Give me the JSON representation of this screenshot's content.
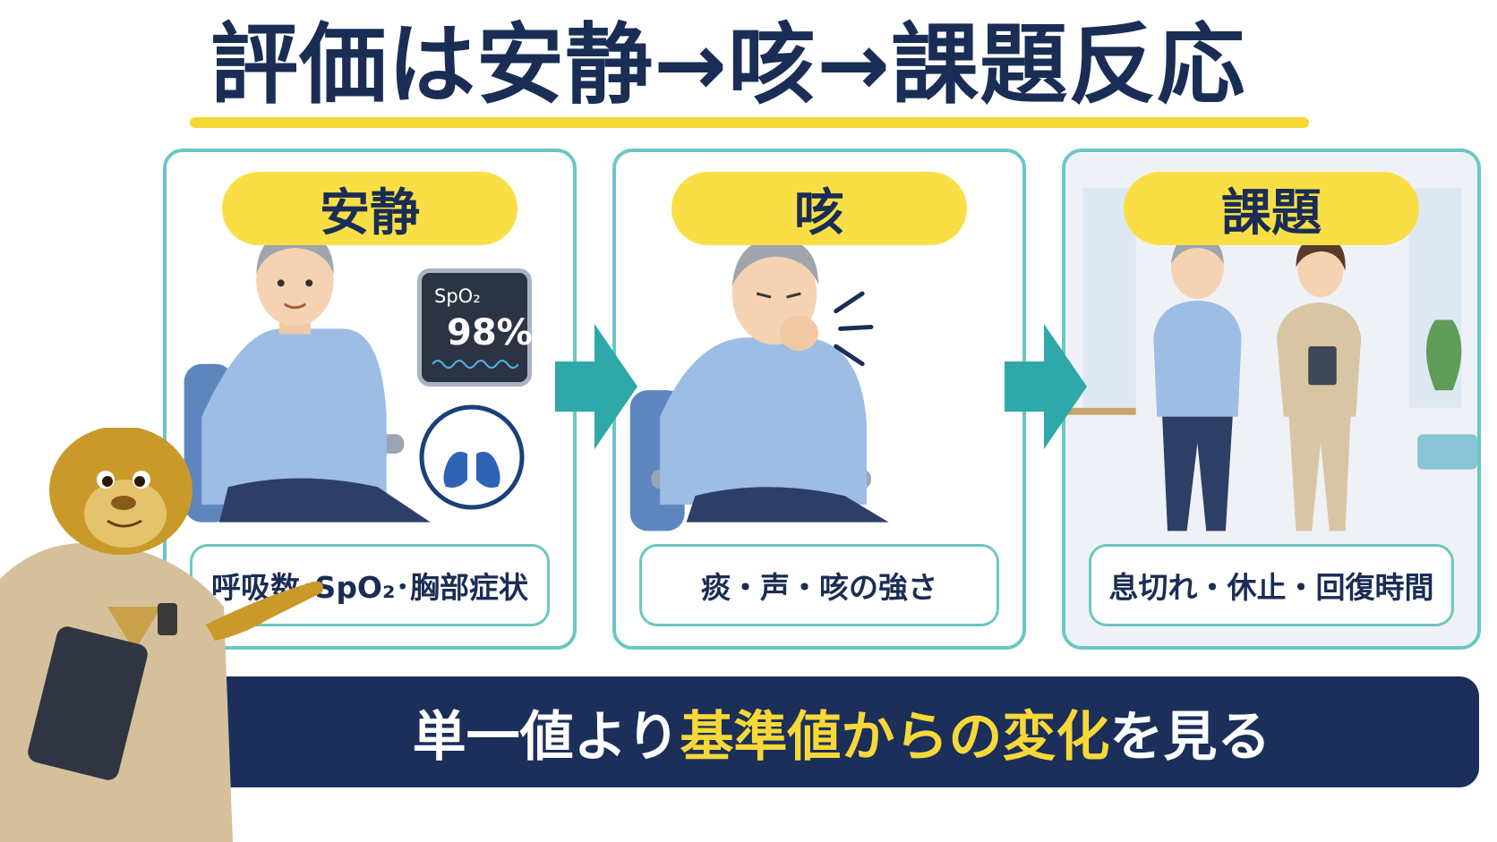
{
  "title": "評価は安静→咳→課題反応",
  "panels": [
    {
      "label": "安静",
      "caption": "呼吸数･SpO₂･胸部症状",
      "monitor": {
        "label": "SpO₂",
        "value": "98%"
      }
    },
    {
      "label": "咳",
      "caption": "痰・声・咳の強さ"
    },
    {
      "label": "課題",
      "caption": "息切れ・休止・回復時間"
    }
  ],
  "banner": {
    "pre": "単一値より",
    "highlight1": "基準値",
    "mid": "から",
    "highlight2": "の変化",
    "post": "を見る"
  },
  "colors": {
    "navy": "#1a2d55",
    "yellow": "#f9df45",
    "teal": "#6cc7c2",
    "arrow": "#2fa8a9",
    "sweater": "#9dbde4"
  }
}
